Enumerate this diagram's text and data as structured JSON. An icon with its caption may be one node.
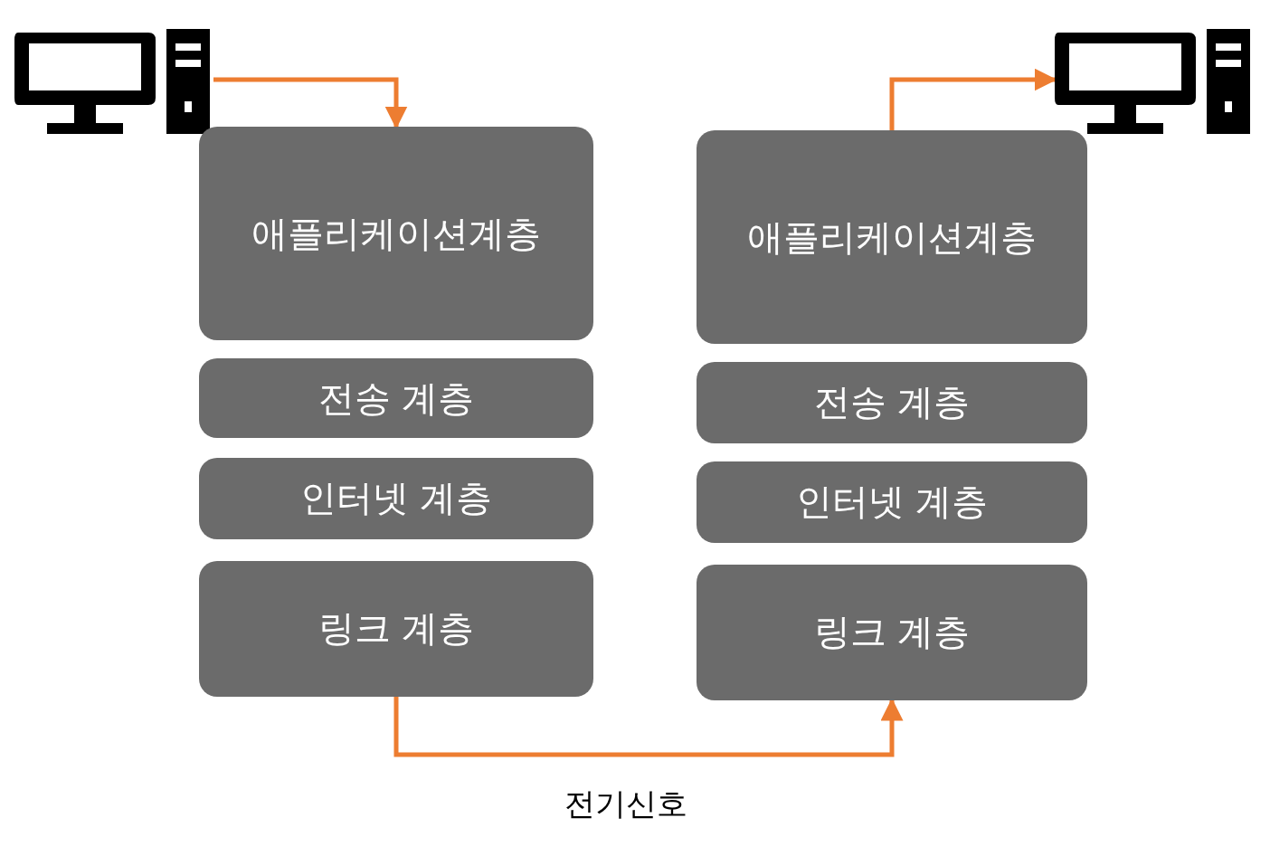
{
  "diagram": {
    "nodes": [
      {
        "text": [],
        "shape": "computer"
      },
      {
        "text": [
          "애플리케이션계층"
        ]
      },
      {
        "text": [
          "전송 계층"
        ]
      },
      {
        "text": [
          "인터넷 계층"
        ]
      },
      {
        "text": [
          "링크 계층"
        ]
      },
      {
        "text": [
          "애플리케이션계층"
        ]
      },
      {
        "text": [
          "전송 계층"
        ]
      },
      {
        "text": [
          "인터넷 계층"
        ]
      },
      {
        "text": [
          "링크 계층"
        ]
      },
      {
        "text": [],
        "shape": "computer"
      }
    ],
    "edges": [
      {
        "from": 0,
        "to": 1,
        "arrow": "to"
      },
      {
        "from": 4,
        "to": 8,
        "arrow": "to"
      },
      {
        "from": 5,
        "to": 9,
        "arrow": "to"
      }
    ],
    "labels": [
      "전기신호"
    ]
  }
}
